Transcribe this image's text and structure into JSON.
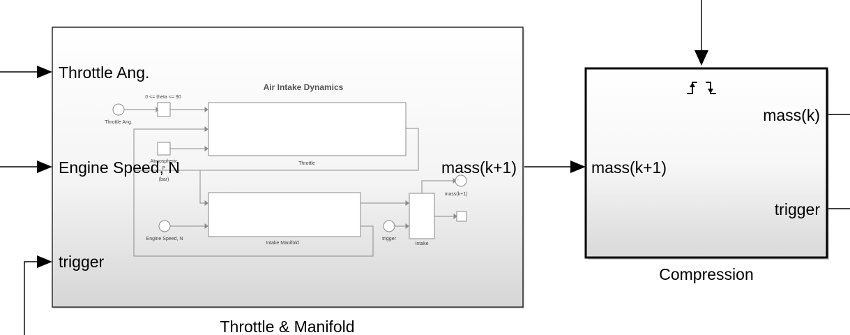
{
  "subsystem_main": {
    "label": "Throttle & Manifold",
    "inports": [
      "Throttle Ang.",
      "Engine Speed, N",
      "trigger"
    ],
    "outport": "mass(k+1)",
    "preview": {
      "title": "Air Intake Dynamics",
      "theta_label": "0 <= theta <= 90",
      "throttle_ang": "Throttle Ang.",
      "atmospheric": "Atmospheric",
      "pressure_cut": "P",
      "bar": "(bar)",
      "engine_speed": "Engine Speed, N",
      "throttle_block": "Throttle",
      "manifold_block": "Intake Manifold",
      "trigger": "trigger",
      "intake": "Intake",
      "mass_out": "mass(k+1)"
    }
  },
  "subsystem_compression": {
    "label": "Compression",
    "inport": "mass(k+1)",
    "outports": [
      "mass(k)",
      "trigger"
    ]
  },
  "colors": {
    "block_border": "#2a2a2a",
    "block_grad_top": "#ffffff",
    "block_grad_bottom": "#d9d9d9",
    "preview_line": "#888888"
  }
}
